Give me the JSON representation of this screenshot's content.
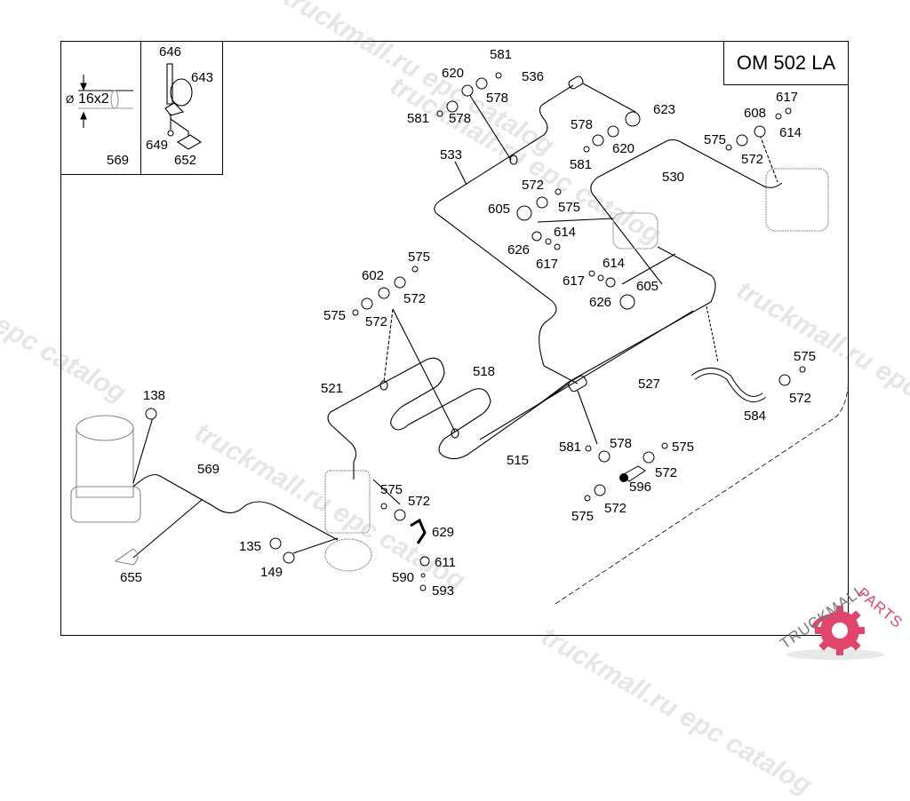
{
  "title": "OM 502 LA",
  "legend": {
    "dimension_label": "16x2",
    "dimension_symbol": "Ø",
    "pipe_part_no": "569",
    "clip_parts": [
      "646",
      "643",
      "649",
      "652"
    ]
  },
  "parts": [
    {
      "no": "581",
      "id": "p581a"
    },
    {
      "no": "620",
      "id": "p620a"
    },
    {
      "no": "536",
      "id": "p536"
    },
    {
      "no": "578",
      "id": "p578a"
    },
    {
      "no": "581",
      "id": "p581b"
    },
    {
      "no": "578",
      "id": "p578b"
    },
    {
      "no": "623",
      "id": "p623"
    },
    {
      "no": "578",
      "id": "p578c"
    },
    {
      "no": "620",
      "id": "p620b"
    },
    {
      "no": "581",
      "id": "p581c"
    },
    {
      "no": "533",
      "id": "p533"
    },
    {
      "no": "530",
      "id": "p530"
    },
    {
      "no": "617",
      "id": "p617a"
    },
    {
      "no": "608",
      "id": "p608"
    },
    {
      "no": "614",
      "id": "p614a"
    },
    {
      "no": "575",
      "id": "p575a"
    },
    {
      "no": "572",
      "id": "p572a"
    },
    {
      "no": "572",
      "id": "p572b"
    },
    {
      "no": "605",
      "id": "p605a"
    },
    {
      "no": "575",
      "id": "p575b"
    },
    {
      "no": "614",
      "id": "p614b"
    },
    {
      "no": "626",
      "id": "p626a"
    },
    {
      "no": "617",
      "id": "p617b"
    },
    {
      "no": "614",
      "id": "p614c"
    },
    {
      "no": "617",
      "id": "p617c"
    },
    {
      "no": "605",
      "id": "p605b"
    },
    {
      "no": "626",
      "id": "p626b"
    },
    {
      "no": "575",
      "id": "p575c"
    },
    {
      "no": "602",
      "id": "p602"
    },
    {
      "no": "572",
      "id": "p572c"
    },
    {
      "no": "575",
      "id": "p575d"
    },
    {
      "no": "572",
      "id": "p572d"
    },
    {
      "no": "518",
      "id": "p518"
    },
    {
      "no": "521",
      "id": "p521"
    },
    {
      "no": "527",
      "id": "p527"
    },
    {
      "no": "575",
      "id": "p575e"
    },
    {
      "no": "572",
      "id": "p572e"
    },
    {
      "no": "584",
      "id": "p584"
    },
    {
      "no": "138",
      "id": "p138"
    },
    {
      "no": "515",
      "id": "p515"
    },
    {
      "no": "581",
      "id": "p581d"
    },
    {
      "no": "578",
      "id": "p578d"
    },
    {
      "no": "575",
      "id": "p575f"
    },
    {
      "no": "572",
      "id": "p572f"
    },
    {
      "no": "596",
      "id": "p596"
    },
    {
      "no": "575",
      "id": "p575g"
    },
    {
      "no": "572",
      "id": "p572g"
    },
    {
      "no": "569",
      "id": "p569"
    },
    {
      "no": "575",
      "id": "p575h"
    },
    {
      "no": "572",
      "id": "p572h"
    },
    {
      "no": "629",
      "id": "p629"
    },
    {
      "no": "135",
      "id": "p135"
    },
    {
      "no": "149",
      "id": "p149"
    },
    {
      "no": "611",
      "id": "p611"
    },
    {
      "no": "590",
      "id": "p590"
    },
    {
      "no": "593",
      "id": "p593"
    },
    {
      "no": "655",
      "id": "p655"
    }
  ],
  "watermarks": [
    "truckmall.ru epc catalog",
    "truckmall.ru epc catalog",
    "truckmall.ru epc catalog",
    "truckmall.ru epc catalog",
    "truckmall.ru epc catalog",
    "l epc catalog"
  ],
  "logo": {
    "text_left": "TRUCKMALL",
    "text_right": "PARTS",
    "accent_color": "#e0456a"
  }
}
